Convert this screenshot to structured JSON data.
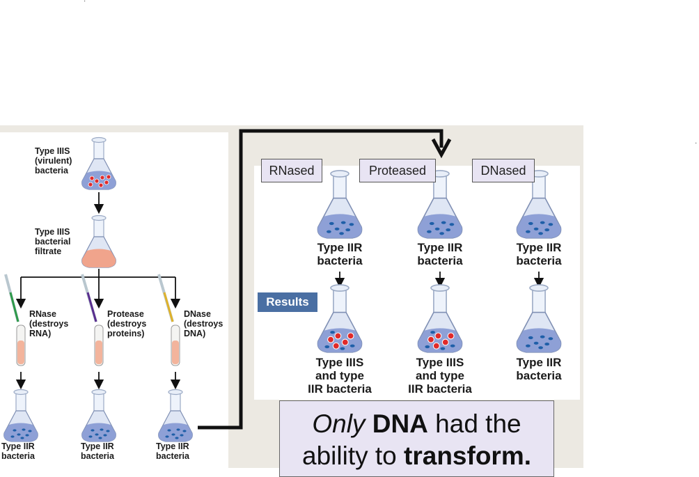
{
  "left": {
    "virulent": "Type IIIS\n(virulent)\nbacteria",
    "filtrate": "Type IIIS\nbacterial\nfiltrate",
    "rnase": "RNase\n(destroys\nRNA)",
    "protease": "Protease\n(destroys\nproteins)",
    "dnase": "DNase\n(destroys\nDNA)",
    "result1": "Type IIR\nbacteria",
    "result2": "Type IIR\nbacteria",
    "result3": "Type IIR\nbacteria"
  },
  "tags": {
    "rnased": "RNased",
    "proteased": "Proteased",
    "dnased": "DNased"
  },
  "right": {
    "before1": "Type IIR\nbacteria",
    "before2": "Type IIR\nbacteria",
    "before3": "Type IIR\nbacteria",
    "results_label": "Results",
    "after1": "Type IIIS\nand type\nIIR bacteria",
    "after2": "Type IIIS\nand type\nIIR bacteria",
    "after3": "Type IIR\nbacteria"
  },
  "conclusion": {
    "w1": "Only",
    "w2": "DNA",
    "w3": "had the",
    "w4": "ability to",
    "w5": "transform."
  },
  "colors": {
    "flask_liquid": "#8ea0d6",
    "filtrate_liquid": "#f0a48c",
    "arrow": "#111111",
    "tag_fill": "#e8e4f3",
    "results_fill": "#4a6fa3"
  }
}
